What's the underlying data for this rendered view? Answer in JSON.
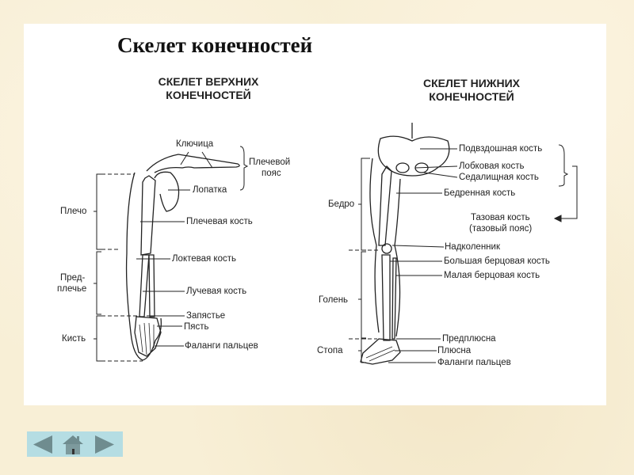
{
  "title": "Скелет конечностей",
  "upper": {
    "header": [
      "СКЕЛЕТ ВЕРХНИХ",
      "КОНЕЧНОСТЕЙ"
    ],
    "labels": {
      "clavicle": "Ключица",
      "girdle": [
        "Плечевой",
        "пояс"
      ],
      "scapula": "Лопатка",
      "humerus": "Плечевая кость",
      "ulna": "Локтевая кость",
      "radius": "Лучевая кость",
      "carpus": "Запястье",
      "metacarpus": "Пясть",
      "phalanges": "Фаланги пальцев"
    },
    "sections": {
      "shoulder": "Плечо",
      "forearm": [
        "Пред-",
        "плечье"
      ],
      "hand": "Кисть"
    }
  },
  "lower": {
    "header": [
      "СКЕЛЕТ НИЖНИХ",
      "КОНЕЧНОСТЕЙ"
    ],
    "labels": {
      "ilium": "Подвздошная кость",
      "pubis": "Лобковая кость",
      "ischium": "Седалищная кость",
      "femur": "Бедренная кость",
      "pelvis": [
        "Тазовая кость",
        "(тазовый пояс)"
      ],
      "patella": "Надколенник",
      "tibia": "Большая берцовая кость",
      "fibula": "Малая берцовая кость",
      "tarsus": "Предплюсна",
      "metatarsus": "Плюсна",
      "phalanges": "Фаланги пальцев"
    },
    "sections": {
      "thigh": "Бедро",
      "shin": "Голень",
      "foot": "Стопа"
    }
  },
  "nav": {
    "icons": [
      "arrow-left",
      "home",
      "arrow-right"
    ],
    "color": "#6f8c8f",
    "bg": "#b5dde3"
  }
}
